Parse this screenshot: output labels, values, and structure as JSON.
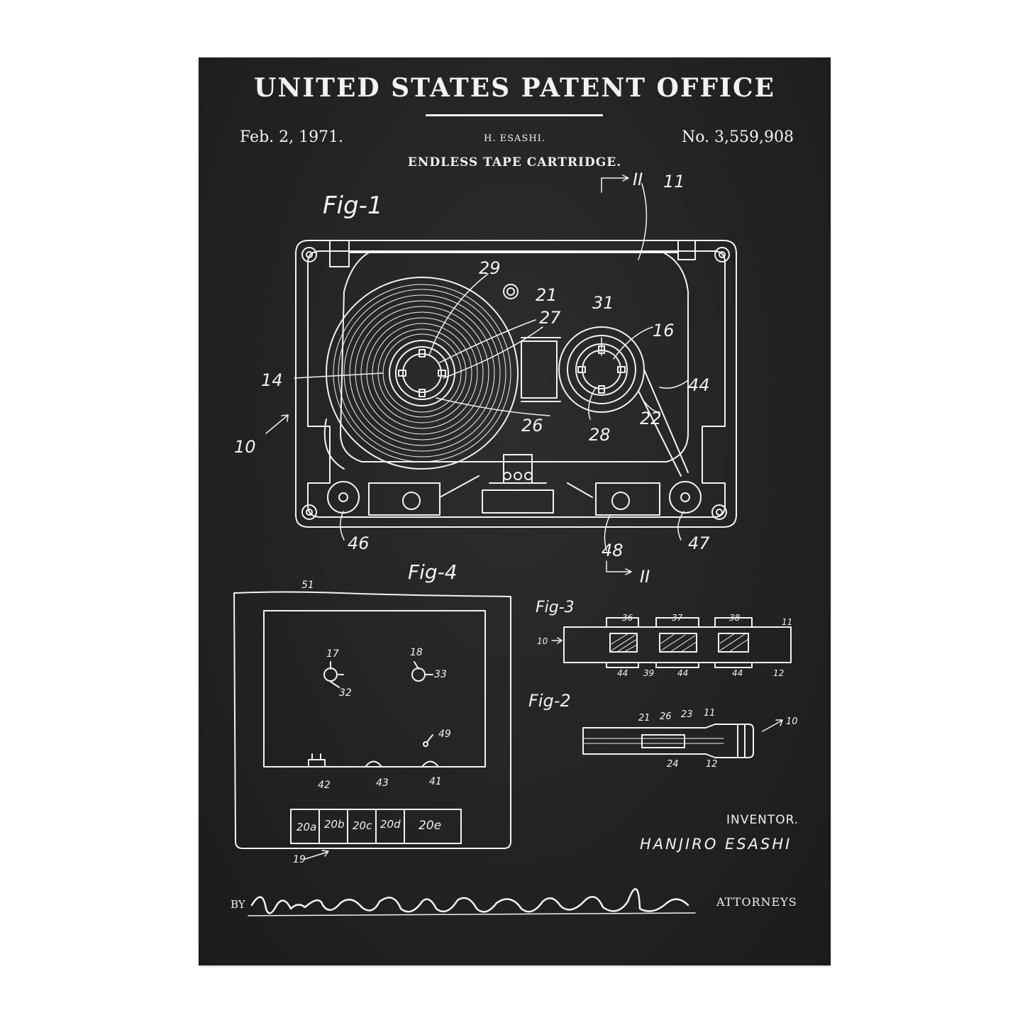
{
  "header": {
    "office": "UNITED STATES PATENT OFFICE",
    "date": "Feb. 2, 1971.",
    "inventor_small": "H. ESASHI.",
    "patent_number": "No. 3,559,908",
    "title": "ENDLESS TAPE CARTRIDGE."
  },
  "figures": {
    "fig1": {
      "caption": "Fig-1",
      "section_marker": "II",
      "labels": [
        "11",
        "29",
        "21",
        "27",
        "31",
        "16",
        "14",
        "44",
        "22",
        "26",
        "28",
        "10",
        "46",
        "48",
        "47"
      ]
    },
    "fig4": {
      "caption": "Fig-4",
      "labels": [
        "51",
        "17",
        "18",
        "33",
        "32",
        "49",
        "42",
        "43",
        "41",
        "19"
      ],
      "segments": [
        "20a",
        "20b",
        "20c",
        "20d",
        "20e"
      ]
    },
    "fig3": {
      "caption": "Fig-3",
      "labels": [
        "10",
        "36",
        "37",
        "38",
        "11",
        "44",
        "39",
        "44",
        "44",
        "12"
      ]
    },
    "fig2": {
      "caption": "Fig-2",
      "labels": [
        "21",
        "26",
        "23",
        "11",
        "10",
        "24",
        "12"
      ]
    }
  },
  "footer": {
    "inventor_label": "INVENTOR.",
    "inventor_name": "HANJIRO ESASHI",
    "by_label": "BY",
    "attorneys_label": "ATTORNEYS",
    "signature": "Shell Sherman Meroni Gross & Simpson"
  },
  "colors": {
    "board": "#232221",
    "ink": "#f2f2f2",
    "page": "#ffffff"
  }
}
